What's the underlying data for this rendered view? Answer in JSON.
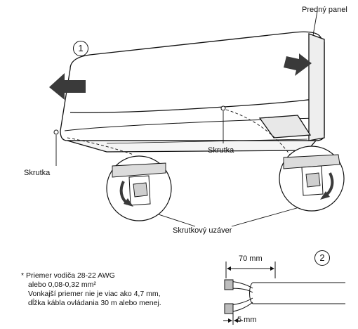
{
  "labels": {
    "front_panel": "Predný panel",
    "screw_left": "Skrutka",
    "screw_center": "Skrutka",
    "screw_cap": "Skrutkový uzáver",
    "step1": "1",
    "step2": "2",
    "dim_70": "70 mm",
    "dim_5": "5 mm"
  },
  "note": {
    "line1": "* Priemer vodiča 28-22 AWG",
    "line2": "alebo 0,08-0,32 mm²",
    "line3": "Vonkajší priemer nie je viac ako 4,7 mm,",
    "line4": "dĺžka kábla ovládania 30 m alebo menej."
  },
  "colors": {
    "line": "#111111",
    "arrow": "#3a3a3a",
    "shade": "#cfcfcf"
  }
}
